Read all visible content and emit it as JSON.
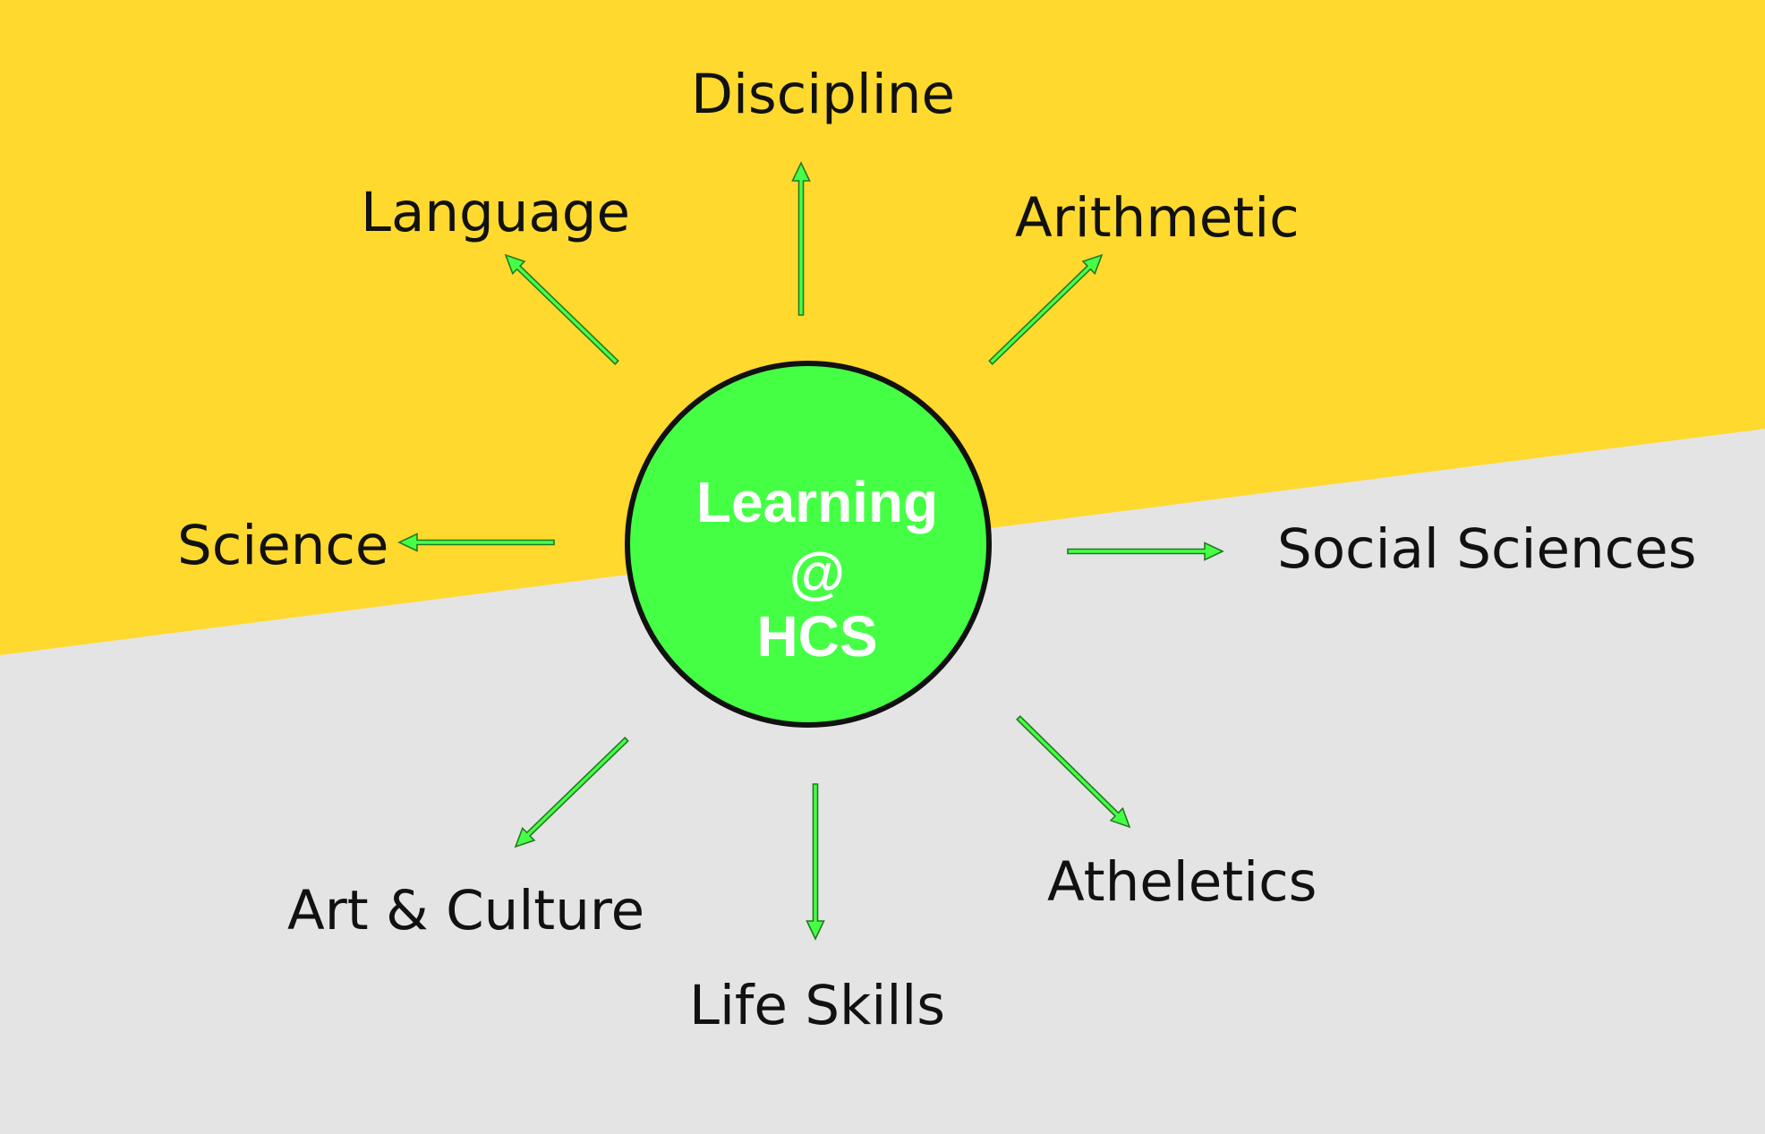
{
  "hub": {
    "lines": [
      "Learning",
      "@",
      "HCS"
    ]
  },
  "branches": [
    {
      "id": "discipline",
      "label": "Discipline"
    },
    {
      "id": "language",
      "label": "Language"
    },
    {
      "id": "arithmetic",
      "label": "Arithmetic"
    },
    {
      "id": "science",
      "label": "Science"
    },
    {
      "id": "social-sciences",
      "label": "Social Sciences"
    },
    {
      "id": "art-culture",
      "label": "Art & Culture"
    },
    {
      "id": "life-skills",
      "label": "Life Skills"
    },
    {
      "id": "atheletics",
      "label": "Atheletics"
    }
  ],
  "colors": {
    "background_top": "#ffd92e",
    "background_bottom": "#e4e4e4",
    "hub_fill": "#45ff45",
    "hub_outline": "#111111",
    "hub_text": "#ffffff",
    "arrow_fill": "#48ff48",
    "arrow_outline": "#217a21",
    "label_text": "#111111"
  }
}
